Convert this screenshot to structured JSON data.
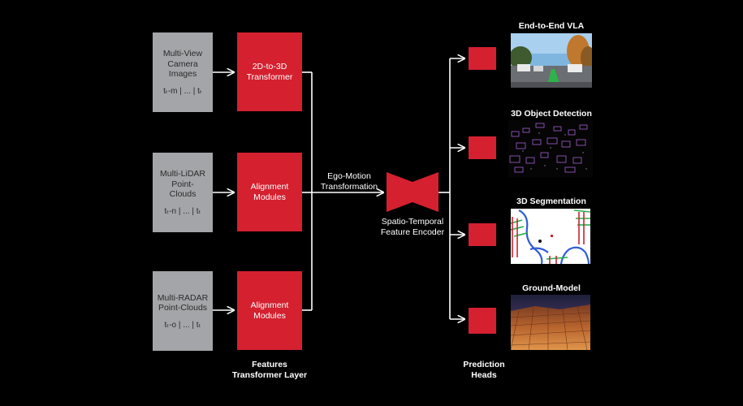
{
  "inputs": {
    "camera": {
      "label": "Multi-View Camera Images",
      "time": "tₜ-m | ... | tₜ"
    },
    "lidar": {
      "label": "Multi-LiDAR Point-Clouds",
      "time": "tₜ-n | ... | tₜ"
    },
    "radar": {
      "label": "Multi-RADAR Point-Clouds",
      "time": "tₜ-o | ... | tₜ"
    }
  },
  "transformers": {
    "camera": "2D-to-3D Transformer",
    "lidar": "Alignment Modules",
    "radar": "Alignment Modules"
  },
  "captions": {
    "features_layer": "Features Transformer Layer",
    "ego_motion": "Ego-Motion Transformation",
    "encoder": "Spatio-Temporal Feature Encoder",
    "prediction_heads": "Prediction Heads"
  },
  "outputs": [
    {
      "title": "End-to-End VLA",
      "icon": "road-scene-thumbnail"
    },
    {
      "title": "3D Object Detection",
      "icon": "lidar-bbox-thumbnail"
    },
    {
      "title": "3D Segmentation",
      "icon": "lane-segmentation-thumbnail"
    },
    {
      "title": "Ground-Model",
      "icon": "terrain-grid-thumbnail"
    }
  ],
  "colors": {
    "background": "#000000",
    "accent": "#d4202f",
    "input_box": "#a3a5a8",
    "arrow": "#ffffff"
  }
}
